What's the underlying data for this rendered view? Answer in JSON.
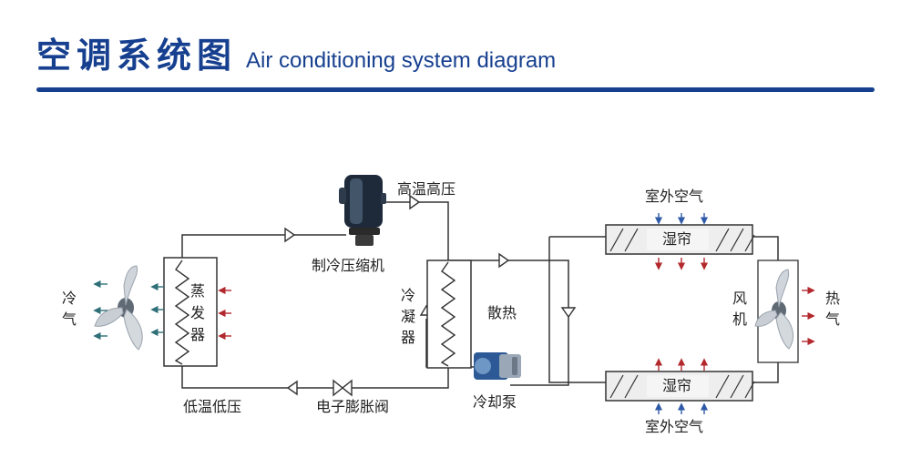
{
  "title": {
    "zh": "空调系统图",
    "en": "Air conditioning system diagram"
  },
  "labels": {
    "compressor": "制冷压缩机",
    "high_temp_high_pressure": "高温高压",
    "evaporator": "蒸发器",
    "condenser": "冷凝器",
    "cold_air": "冷气",
    "heat_dissipation": "散热",
    "cooling_pump": "冷却泵",
    "low_temp_low_pressure": "低温低压",
    "expansion_valve": "电子膨胀阀",
    "outdoor_air_top": "室外空气",
    "outdoor_air_bottom": "室外空气",
    "wet_curtain_top": "湿帘",
    "wet_curtain_bottom": "湿帘",
    "fan": "风机",
    "hot_air": "热气"
  },
  "colors": {
    "brand": "#163f8f",
    "line": "#333333",
    "arrow_red": "#b3282d",
    "arrow_blue": "#2f5aa8",
    "arrow_teal": "#2e6f78"
  }
}
